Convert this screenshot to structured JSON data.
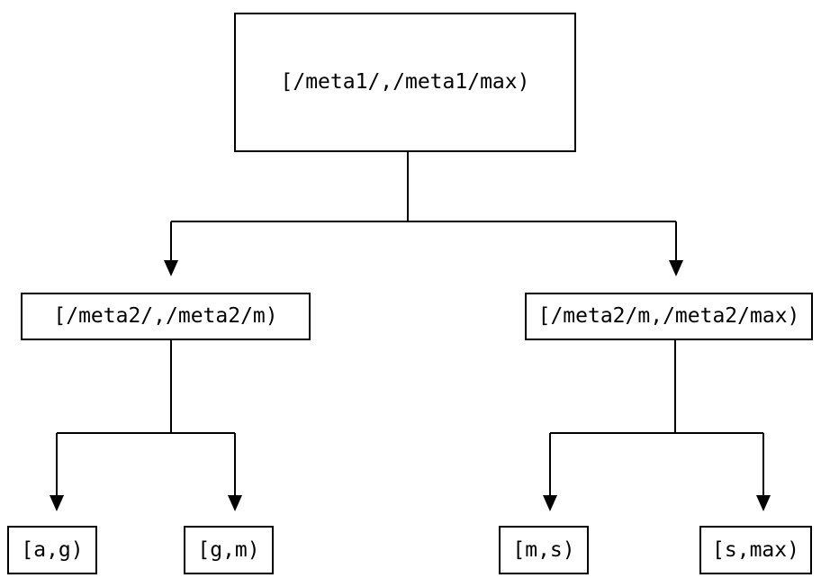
{
  "diagram": {
    "type": "tree",
    "description": "Binary range-partition tree of key intervals",
    "colors": {
      "background": "#ffffff",
      "line": "#000000",
      "text": "#000000"
    },
    "nodes": {
      "root": {
        "label": "[/meta1/,/meta1/max)"
      },
      "l2_left": {
        "label": "[/meta2/,/meta2/m)"
      },
      "l2_right": {
        "label": "[/meta2/m,/meta2/max)"
      },
      "leaf_ag": {
        "label": "[a,g)"
      },
      "leaf_gm": {
        "label": "[g,m)"
      },
      "leaf_ms": {
        "label": "[m,s)"
      },
      "leaf_smax": {
        "label": "[s,max)"
      }
    },
    "edges": [
      {
        "from": "root",
        "to": [
          "l2_left",
          "l2_right"
        ]
      },
      {
        "from": "l2_left",
        "to": [
          "leaf_ag",
          "leaf_gm"
        ]
      },
      {
        "from": "l2_right",
        "to": [
          "leaf_ms",
          "leaf_smax"
        ]
      }
    ]
  }
}
